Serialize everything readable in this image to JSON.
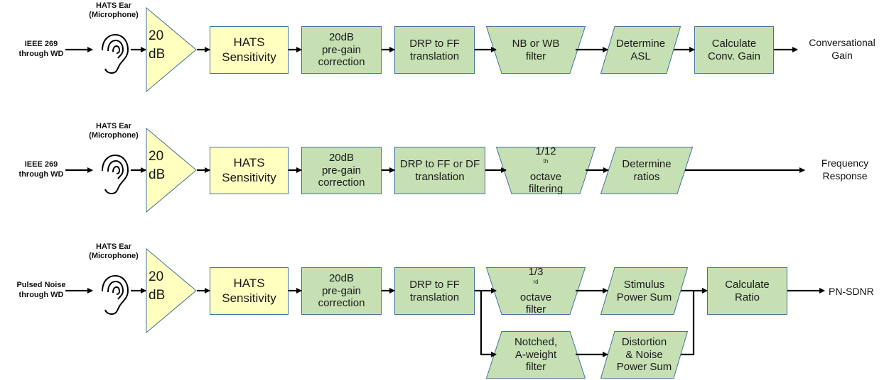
{
  "colors": {
    "green": "#c6e0b4",
    "yellow": "#ffffc0",
    "stroke": "#41719c",
    "wire": "#000000"
  },
  "icons": {
    "ear": "ear-icon"
  },
  "rows": [
    {
      "input": [
        "IEEE 269",
        "through WD"
      ],
      "ear_label": [
        "HATS Ear",
        "(Microphone)"
      ],
      "amp": [
        "20",
        "dB"
      ],
      "sensitivity": [
        "HATS",
        "Sensitivity"
      ],
      "pregain": [
        "20dB",
        "pre-gain",
        "correction"
      ],
      "translation": [
        "DRP to FF",
        "translation"
      ],
      "filter": [
        "NB or WB",
        "filter"
      ],
      "determine": [
        "Determine",
        "ASL"
      ],
      "calc": [
        "Calculate",
        "Conv. Gain"
      ],
      "output": [
        "Conversational",
        "Gain"
      ]
    },
    {
      "input": [
        "IEEE 269",
        "through WD"
      ],
      "ear_label": [
        "HATS Ear",
        "(Microphone)"
      ],
      "amp": [
        "20",
        "dB"
      ],
      "sensitivity": [
        "HATS",
        "Sensitivity"
      ],
      "pregain": [
        "20dB",
        "pre-gain",
        "correction"
      ],
      "translation": [
        "DRP to FF or DF",
        "translation"
      ],
      "filter": {
        "pre": "1/12",
        "sup": "th",
        "lines": [
          "octave",
          "filtering"
        ]
      },
      "determine": [
        "Determine",
        "ratios"
      ],
      "output": [
        "Frequency",
        "Response"
      ]
    },
    {
      "input": [
        "Pulsed Noise",
        "through WD"
      ],
      "ear_label": [
        "HATS Ear",
        "(Microphone)"
      ],
      "amp": [
        "20",
        "dB"
      ],
      "sensitivity": [
        "HATS",
        "Sensitivity"
      ],
      "pregain": [
        "20dB",
        "pre-gain",
        "correction"
      ],
      "translation": [
        "DRP to FF",
        "translation"
      ],
      "filter": {
        "pre": "1/3",
        "sup": "rd",
        "lines": [
          "octave",
          "filter"
        ]
      },
      "stimulus": [
        "Stimulus",
        "Power Sum"
      ],
      "notched": [
        "Notched,",
        "A-weight",
        "filter"
      ],
      "distortion": [
        "Distortion",
        "& Noise",
        "Power Sum"
      ],
      "calc": [
        "Calculate",
        "Ratio"
      ],
      "output": [
        "PN-SDNR"
      ]
    }
  ]
}
